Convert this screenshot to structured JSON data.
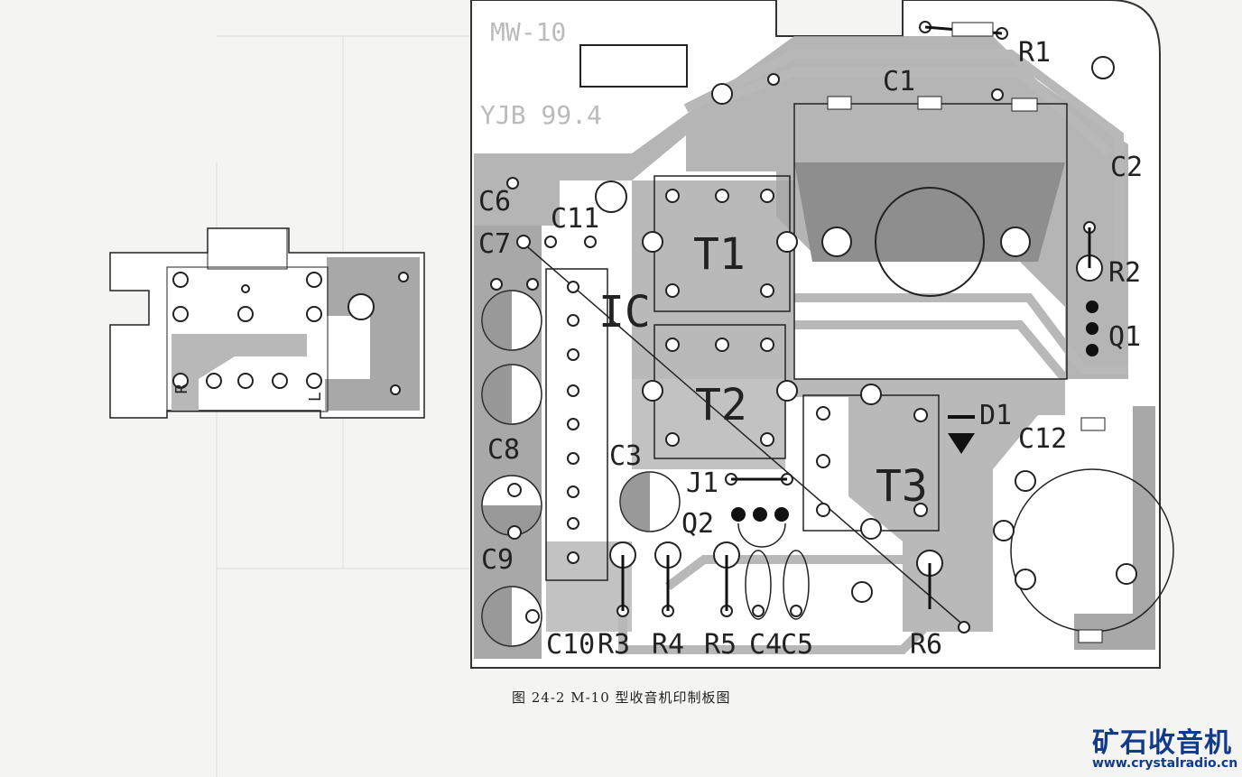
{
  "board": {
    "model_label": "MW-10",
    "version_label": "YJB 99.4",
    "components": {
      "R1": "R1",
      "C1": "C1",
      "C2": "C2",
      "R2": "R2",
      "Q1": "Q1",
      "C6": "C6",
      "C11": "C11",
      "C7": "C7",
      "IC": "IC",
      "T1": "T1",
      "T2": "T2",
      "T3": "T3",
      "D1": "D1",
      "C12": "C12",
      "C8": "C8",
      "C3": "C3",
      "J1": "J1",
      "Q2": "Q2",
      "C9": "C9",
      "C10": "C10",
      "R3": "R3",
      "R4": "R4",
      "R5": "R5",
      "C4": "C4",
      "C5": "C5",
      "R6": "R6"
    }
  },
  "small_board": {
    "left_label": "R",
    "right_label": "L"
  },
  "caption": "图 24-2  M-10 型收音机印制板图",
  "watermark": {
    "logo": "矿石收音机",
    "url": "www.crystalradio.cn"
  }
}
